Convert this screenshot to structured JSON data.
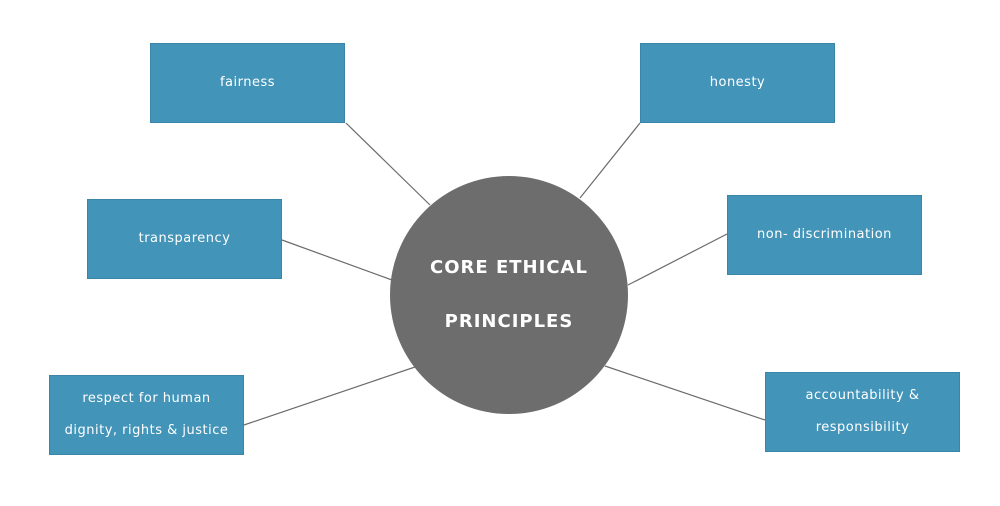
{
  "center": {
    "line1": "CORE ETHICAL",
    "line2": "PRINCIPLES"
  },
  "nodes": {
    "fairness": "fairness",
    "honesty": "honesty",
    "transparency": "transparency",
    "non_discrimination": "non- discrimination",
    "respect_line1": "respect for human",
    "respect_line2": "dignity, rights & justice",
    "accountability_line1": "accountability &",
    "accountability_line2": "responsibility"
  },
  "colors": {
    "box": "#4394b9",
    "circle": "#6d6d6d",
    "line": "#6b6b6b"
  }
}
